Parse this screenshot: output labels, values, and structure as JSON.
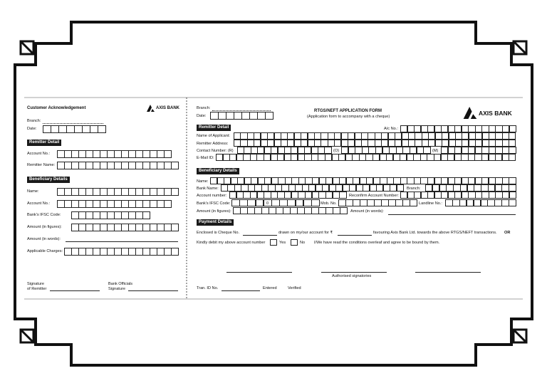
{
  "ack": {
    "title": "Customer Acknowledgement",
    "bank_logo": "AXIS BANK",
    "branch_label": "Branch:",
    "date_label": "Date:",
    "remitter_heading": "Remitter Detail",
    "account_no_label": "Account No.:",
    "remitter_name_label": "Remitter Name:",
    "beneficiary_heading": "Beneficiary Details",
    "name_label": "Name:",
    "b_account_no_label": "Account No.:",
    "ifsc_label": "Bank's IFSC Code:",
    "amount_figures_label": "Amount (in figures):",
    "amount_words_label": "Amount (in words):",
    "charges_label": "Applicable Charges:",
    "signature_label_1": "Signature",
    "signature_label_2": "of Remitter",
    "officials_label_1": "Bank Officials",
    "officials_label_2": "Signature"
  },
  "form": {
    "branch_label": "Branch:",
    "date_label": "Date:",
    "title": "RTGS/NEFT APPLICATION FORM",
    "subtitle": "(Application form to accompany with a cheque)",
    "bank_logo": "AXIS BANK",
    "remitter_heading": "Remitter Detail",
    "ac_no_label": "A/c No.:",
    "applicant_label": "Name of Applicant:",
    "address_label": "Remitter Address:",
    "contact_label": "Contact Number: (R)",
    "contact_o": "(O)",
    "contact_m": "(M)",
    "email_label": "E-Mail ID:",
    "beneficiary_heading": "Beneficiary Details",
    "name_label": "Name:",
    "branch2_label": "Branch:",
    "bank_name_label": "Bank Name:",
    "account_number_label": "Account number:",
    "reconfirm_label": "Reconfirm Account Number:",
    "ifsc_label": "Bank's IFSC Code:",
    "ifsc_zero": "0",
    "mob_label": "Mob. No.",
    "landline_label": "Landline No.:",
    "amount_figures_label": "Amount (in figures):",
    "amount_words_label": "Amount (in words):",
    "payment_heading": "Payment Details",
    "enclosed_1": "Enclosed is Cheque No.",
    "enclosed_2": "drawn on my/our account for ₹",
    "enclosed_3": "favouring Axis Bank Ltd. towards the above RTGS/NEFT transactions.",
    "enclosed_or": "OR",
    "debit_label": "Kindly debit my above account number",
    "yes_label": "Yes",
    "no_label": "No",
    "conditions_text": "I/We have read the conditions overleaf and agree to be bound by them.",
    "authorised_label": "Authorised signatories",
    "tran_id_label": "Tran. ID No.",
    "entered_label": "Entered",
    "verified_label": "Verified"
  }
}
